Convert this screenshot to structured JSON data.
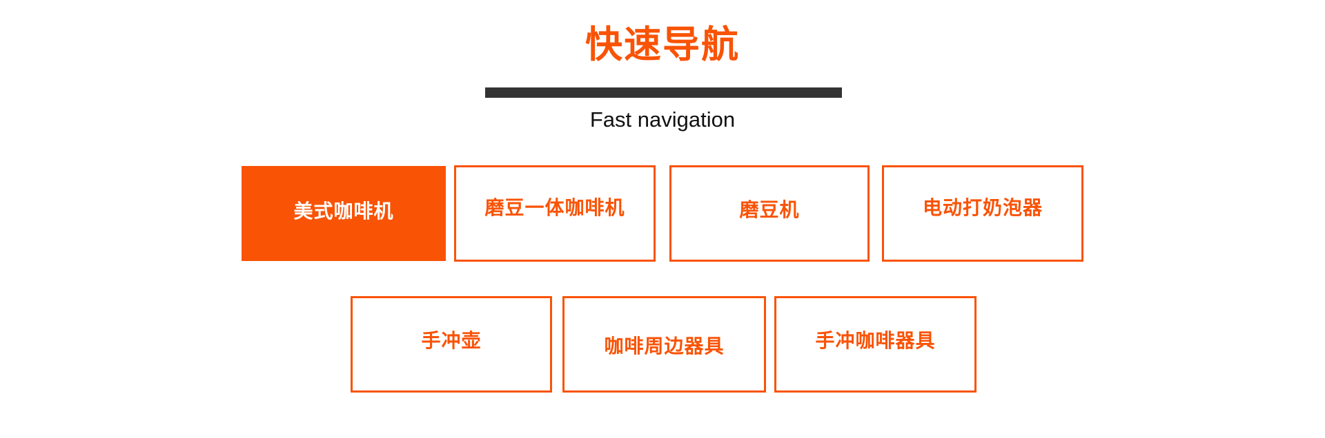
{
  "header": {
    "title": "快速导航",
    "subtitle": "Fast navigation",
    "title_color": "#f95306",
    "rule_color": "#333333",
    "subtitle_color": "#111111"
  },
  "theme": {
    "accent": "#f95306",
    "background": "#ffffff",
    "active_text": "#ffffff"
  },
  "nav": {
    "rows": [
      {
        "items": [
          {
            "label": "美式咖啡机",
            "active": true
          },
          {
            "label": "磨豆一体咖啡机",
            "active": false
          },
          {
            "label": "磨豆机",
            "active": false
          },
          {
            "label": "电动打奶泡器",
            "active": false
          }
        ]
      },
      {
        "items": [
          {
            "label": "手冲壶",
            "active": false
          },
          {
            "label": "咖啡周边器具",
            "active": false
          },
          {
            "label": "手冲咖啡器具",
            "active": false
          }
        ]
      }
    ]
  }
}
